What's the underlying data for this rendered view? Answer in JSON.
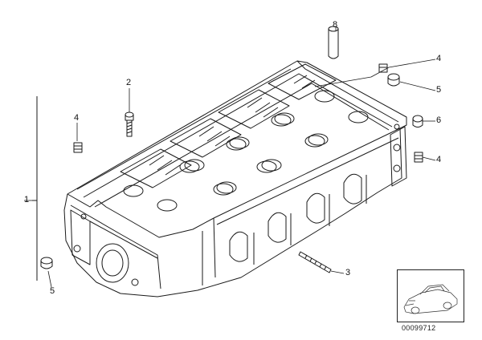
{
  "diagram": {
    "callouts": [
      {
        "id": "c1",
        "label": "1"
      },
      {
        "id": "c2",
        "label": "2"
      },
      {
        "id": "c3",
        "label": "3"
      },
      {
        "id": "c4a",
        "label": "4"
      },
      {
        "id": "c4b",
        "label": "4"
      },
      {
        "id": "c4c",
        "label": "4"
      },
      {
        "id": "c5a",
        "label": "5"
      },
      {
        "id": "c5b",
        "label": "5"
      },
      {
        "id": "c6",
        "label": "6"
      },
      {
        "id": "c8",
        "label": "8"
      }
    ],
    "reference_number": "00099712",
    "colors": {
      "line": "#1a1a1a",
      "fill": "#ffffff"
    },
    "thumbnail_icon": "car-thumbnail-icon"
  }
}
